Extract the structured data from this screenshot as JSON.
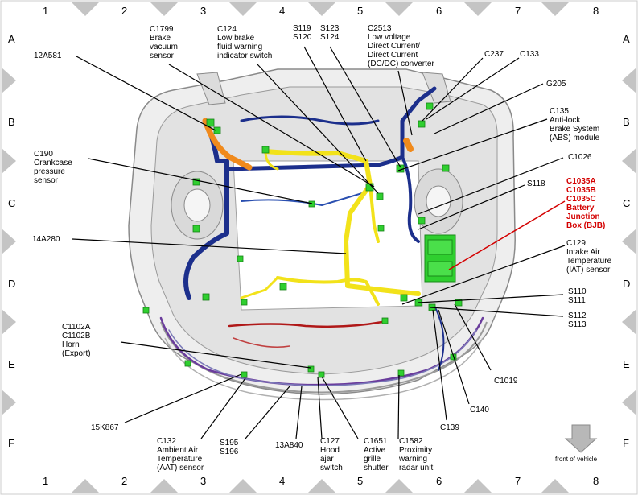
{
  "grid": {
    "columns": [
      "1",
      "2",
      "3",
      "4",
      "5",
      "6",
      "7",
      "8"
    ],
    "rows": [
      "A",
      "B",
      "C",
      "D",
      "E",
      "F"
    ]
  },
  "labels": {
    "a12a581": "12A581",
    "c1799": "C1799\nBrake\nvacuum\nsensor",
    "c124": "C124\nLow brake\nfluid warning\nindicator switch",
    "s119": "S119\nS120",
    "s123": "S123\nS124",
    "c2513": "C2513\nLow voltage\nDirect Current/\nDirect Current\n(DC/DC) converter",
    "c237": "C237",
    "c133": "C133",
    "g205": "G205",
    "c135": "C135\nAnti-lock\nBrake System\n(ABS) module",
    "c1026": "C1026",
    "c190": "C190\nCrankcase\npressure\nsensor",
    "s118": "S118",
    "c1035": "C1035A\nC1035B\nC1035C\nBattery\nJunction\nBox (BJB)",
    "a14a280": "14A280",
    "c129": "C129\nIntake Air\nTemperature\n(IAT) sensor",
    "s110": "S110\nS111",
    "s112": "S112\nS113",
    "c1102": "C1102A\nC1102B\nHorn\n(Export)",
    "c1019": "C1019",
    "c140": "C140",
    "c139": "C139",
    "a15k867": "15K867",
    "c132": "C132\nAmbient Air\nTemperature\n(AAT) sensor",
    "s195": "S195\nS196",
    "a13a840": "13A840",
    "c127": "C127\nHood\najar\nswitch",
    "c1651": "C1651\nActive\ngrille\nshutter",
    "c1582": "C1582\nProximity\nwarning\nradar unit"
  },
  "front_of_vehicle": "front of vehicle",
  "colors": {
    "yellow_harness": "#f2e21a",
    "blue_harness": "#1c2f8c",
    "orange_harness": "#f08a1c",
    "connector_green": "#2fcf2f",
    "callout_red": "#d40000",
    "red_harness": "#b01818",
    "purple_harness": "#6a3c9c"
  }
}
